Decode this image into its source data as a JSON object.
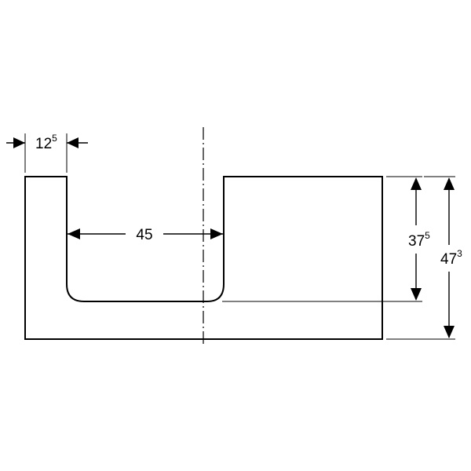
{
  "colors": {
    "line": "#000000",
    "background": "#ffffff"
  },
  "dimensions": {
    "flange_width": {
      "base": "12",
      "sup": "5"
    },
    "inner_width": {
      "base": "45"
    },
    "inner_height": {
      "base": "37",
      "sup": "5"
    },
    "total_height": {
      "base": "47",
      "sup": "3"
    }
  }
}
